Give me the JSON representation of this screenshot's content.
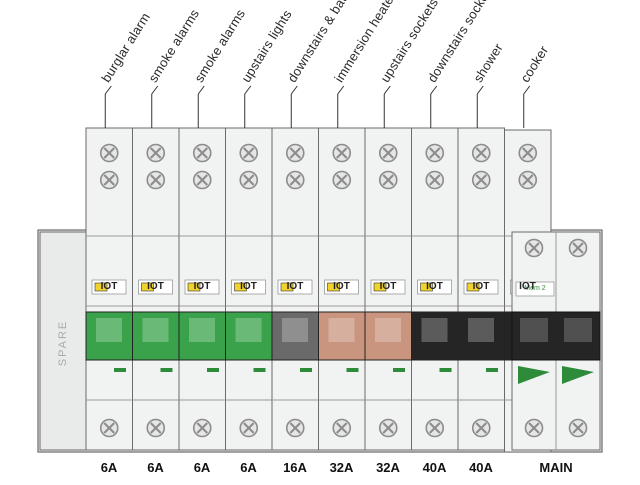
{
  "spare_label": "SPARE",
  "main_label": "MAIN",
  "breaker_brand": "IOT",
  "main_switch_text": "Mem 2",
  "breakers": [
    {
      "label": "burglar alarm",
      "rating": "6A",
      "handle_color": "#3aa24a"
    },
    {
      "label": "smoke alarms",
      "rating": "6A",
      "handle_color": "#3aa24a"
    },
    {
      "label": "smoke alarms",
      "rating": "6A",
      "handle_color": "#3aa24a"
    },
    {
      "label": "upstairs lights",
      "rating": "6A",
      "handle_color": "#3aa24a"
    },
    {
      "label": "downstairs & bathroom lights",
      "rating": "16A",
      "handle_color": "#6a6a6a"
    },
    {
      "label": "immersion heater",
      "rating": "32A",
      "handle_color": "#c9957f"
    },
    {
      "label": "upstairs sockets",
      "rating": "32A",
      "handle_color": "#c9957f"
    },
    {
      "label": "downstairs sockets",
      "rating": "40A",
      "handle_color": "#252525"
    },
    {
      "label": "shower",
      "rating": "40A",
      "handle_color": "#252525"
    },
    {
      "label": "cooker",
      "rating": "",
      "handle_color": "#252525"
    }
  ],
  "colors": {
    "body": "#f1f2f2",
    "outline": "#6b6b6b",
    "screw": "#8c8c8c",
    "status_green": "#2e8b3a",
    "window_yellow": "#f2d22c"
  }
}
